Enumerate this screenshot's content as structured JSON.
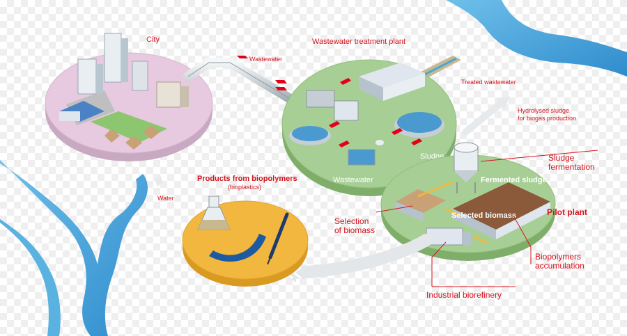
{
  "labels": {
    "city": "City",
    "wastewater_pipe": "Wastewater",
    "wwtp_title": "Wastewater treatment plant",
    "treated_wastewater": "Treated wastewater",
    "hydrolysed_line1": "Hydrolysed sludge",
    "hydrolysed_line2": "for biogas production",
    "sludge": "Sludge",
    "wastewater_in": "Wastewater",
    "sludge_fermentation_line1": "Sludge",
    "sludge_fermentation_line2": "fermentation",
    "fermented_sludge": "Fermented sludge",
    "pilot_plant": "Pilot plant",
    "selected_biomass": "Selected biomass",
    "selection_line1": "Selection",
    "selection_line2": "of biomass",
    "biopolymers_line1": "Biopolymers",
    "biopolymers_line2": "accumulation",
    "industrial_biorefinery": "Industrial biorefinery",
    "products_title": "Products from biopolymers",
    "products_subtitle": "(bioplastics)",
    "water": "Water"
  },
  "colors": {
    "accent_red": "#e2001a",
    "label_red": "#d4141e",
    "city_disc": "#e7c9e0",
    "plant_disc": "#a7cf95",
    "product_disc": "#f2b73f",
    "river": "#4aa6d9"
  }
}
